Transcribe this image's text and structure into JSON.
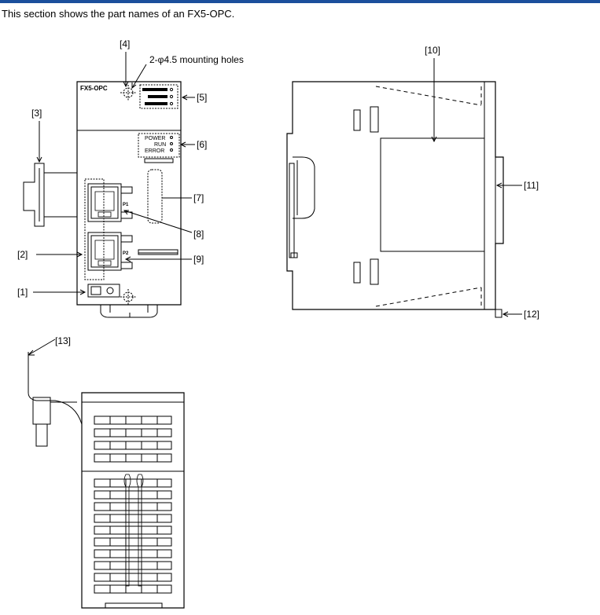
{
  "intro_text": "This section shows the part names of an FX5-OPC.",
  "callouts": {
    "c1": "[1]",
    "c2": "[2]",
    "c3": "[3]",
    "c4": "[4]",
    "c5": "[5]",
    "c6": "[6]",
    "c7": "[7]",
    "c8": "[8]",
    "c9": "[9]",
    "c10": "[10]",
    "c11": "[11]",
    "c12": "[12]",
    "c13": "[13]"
  },
  "mounting_holes_label": "2-φ4.5 mounting holes",
  "module": {
    "model": "FX5-OPC",
    "leds": [
      "POWER",
      "RUN",
      "ERROR"
    ],
    "port_labels": [
      "P1",
      "P2"
    ]
  },
  "colors": {
    "rule": "#1b4f9c",
    "line": "#000000"
  }
}
